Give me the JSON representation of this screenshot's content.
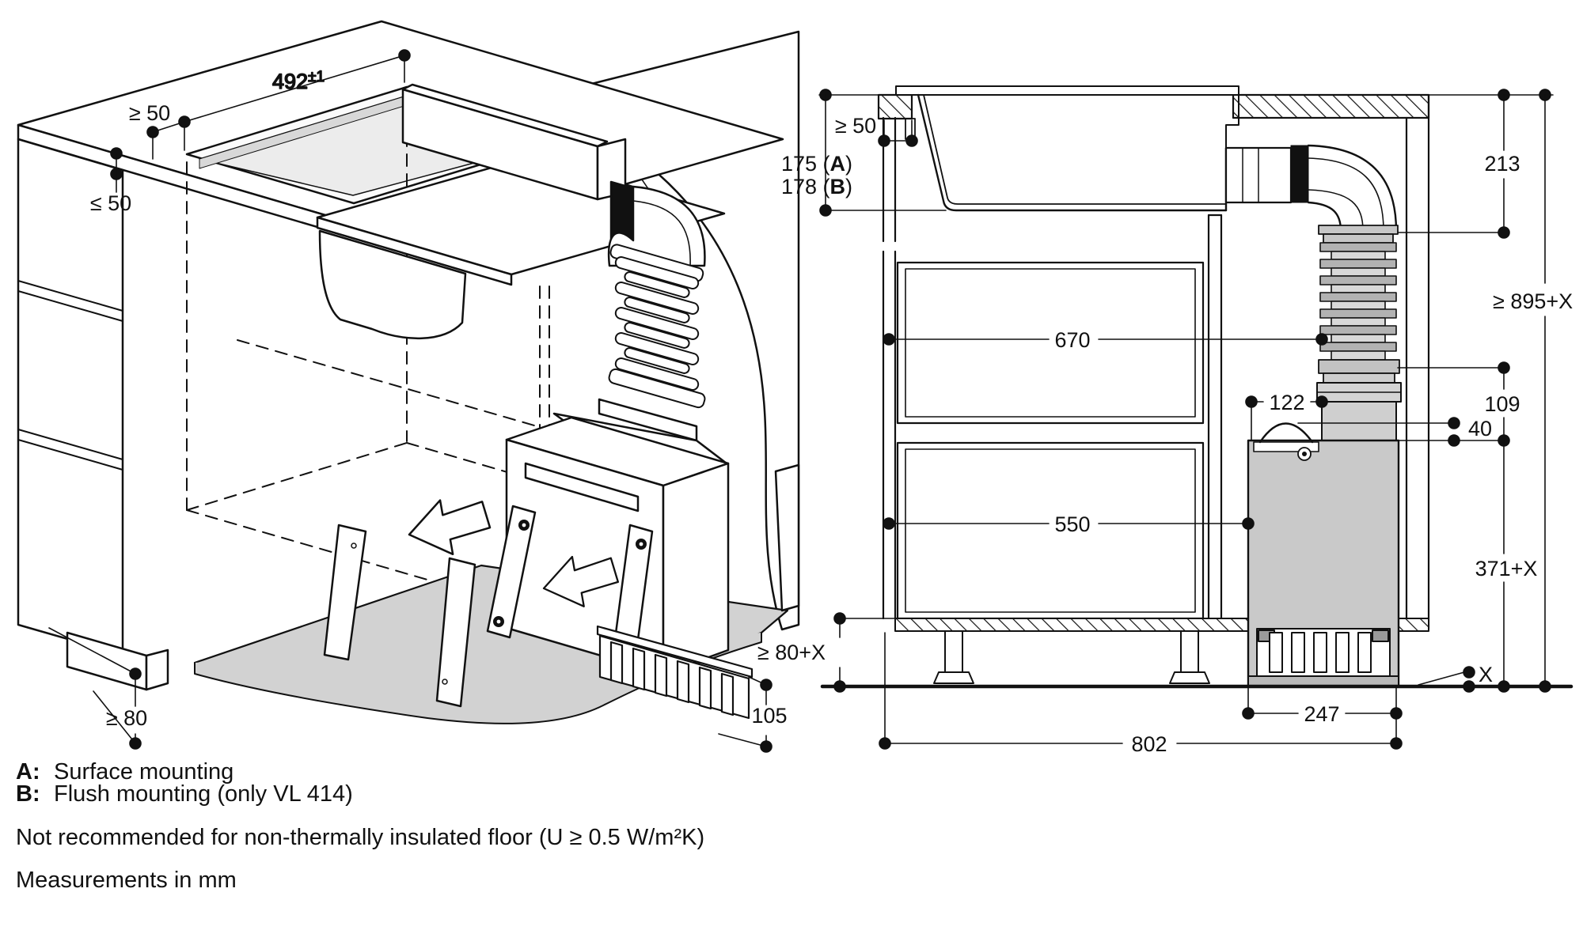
{
  "figure": {
    "iso": {
      "dims": {
        "cutout_width_value": "492",
        "cutout_width_tol": "±1",
        "rear_clearance": "≥ 50",
        "worktop_thickness": "≤ 50",
        "plinth_height": "≥ 80",
        "grille_height": "105"
      }
    },
    "section": {
      "dims": {
        "side_clearance": "≥ 50",
        "depth_a_parts": [
          "175 (",
          "A",
          ")"
        ],
        "depth_b_parts": [
          "178 (",
          "B",
          ")"
        ],
        "elbow_drop": "213",
        "overall_height": "≥ 895+X",
        "upper_inner_width": "670",
        "duct_offset": "122",
        "connector_height": "109",
        "clip_gap": "40",
        "lower_inner_width": "550",
        "lower_height": "371+X",
        "plinth_height": "≥ 80+X",
        "duct_width": "247",
        "overall_width": "802",
        "floor_gap": "X"
      }
    },
    "notes": {
      "a_key": "A:",
      "a_text": "Surface mounting",
      "b_key": "B:",
      "b_text": "Flush mounting (only VL 414)",
      "floor_note": "Not recommended for non-thermally insulated floor (U ≥ 0.5 W/m²K)",
      "units_note": "Measurements in mm"
    },
    "colors": {
      "line": "#111111",
      "floor_panel": "#d2d2d2",
      "duct_fill": "#c9c9c9",
      "rib_dark": "#b2b2b2",
      "rib_light": "#d8d8d8"
    }
  }
}
